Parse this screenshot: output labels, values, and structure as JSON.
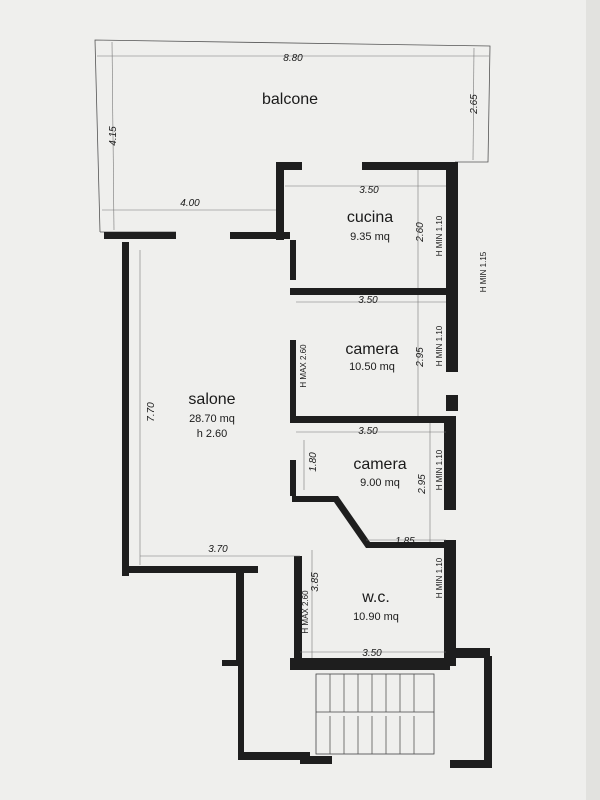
{
  "rooms": {
    "balcone": {
      "name": "balcone"
    },
    "cucina": {
      "name": "cucina",
      "area": "9.35 mq"
    },
    "camera1": {
      "name": "camera",
      "area": "10.50 mq"
    },
    "salone": {
      "name": "salone",
      "area": "28.70 mq",
      "height": "h 2.60"
    },
    "camera2": {
      "name": "camera",
      "area": "9.00 mq"
    },
    "wc": {
      "name": "w.c.",
      "area": "10.90 mq"
    }
  },
  "dimensions": {
    "balcone_width": "8.80",
    "balcone_right": "2.65",
    "balcone_left": "4.15",
    "salone_top": "4.00",
    "cucina_width": "3.50",
    "cucina_depth": "2.60",
    "camera1_width": "3.50",
    "camera1_depth": "2.95",
    "salone_depth": "7.70",
    "camera2_width": "3.50",
    "camera2_hall": "1.80",
    "camera2_depth": "2.95",
    "salone_bottom": "3.70",
    "wc_offset": "1.85",
    "wc_depth": "3.85",
    "wc_width": "3.50"
  },
  "notes": {
    "hmin_cucina": "H MIN 1.10",
    "hmin_outer": "H MIN 1.15",
    "hmin_camera1": "H MIN 1.10",
    "hmax_camera1": "H MAX 2.60",
    "hmin_camera2": "H MIN 1.10",
    "hmin_wc": "H MIN 1.10",
    "hmax_wc": "H MAX 2.60"
  },
  "colors": {
    "paper": "#efefed",
    "wall": "#1e1e1e",
    "ink": "#1a1a1a"
  }
}
